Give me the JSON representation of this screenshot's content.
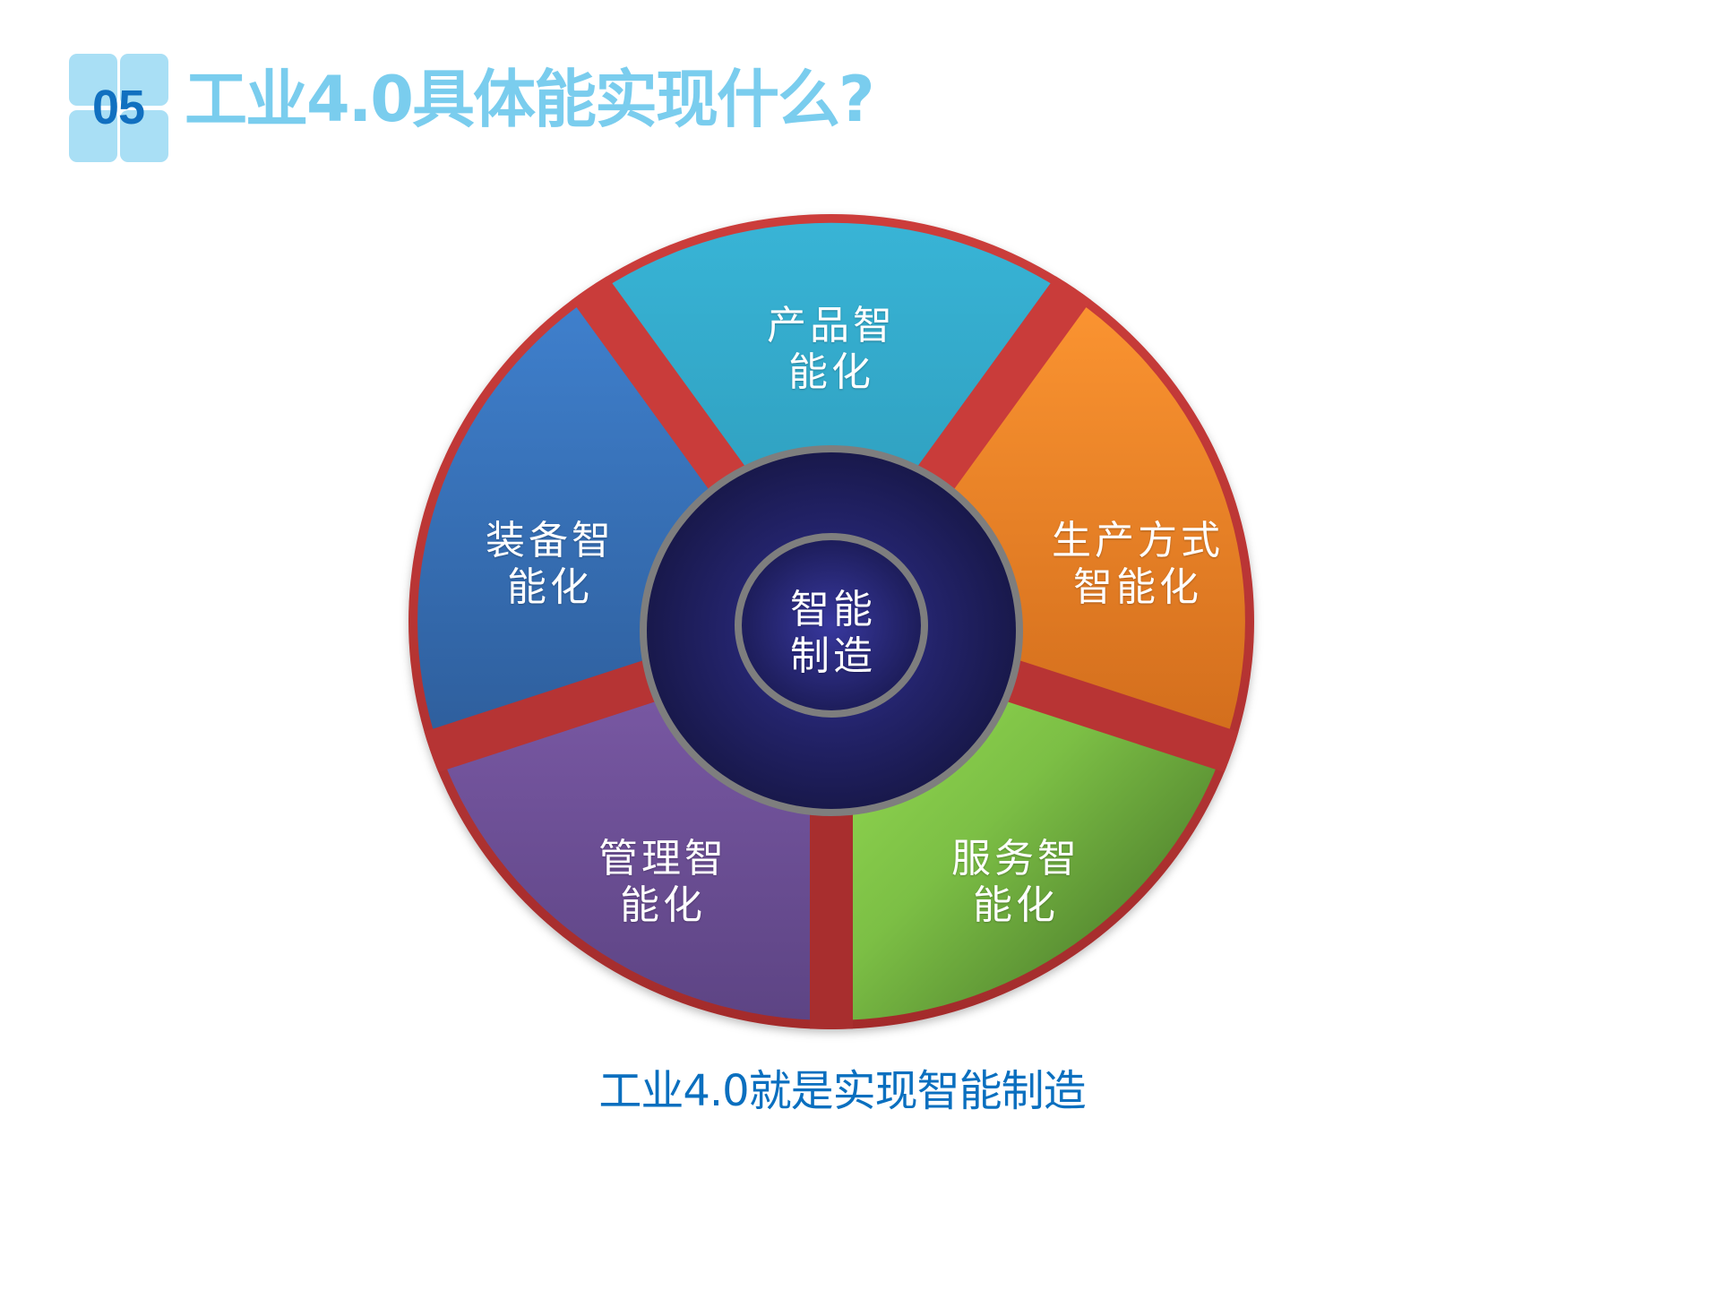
{
  "header": {
    "section_number": "05",
    "title": "工业4.0具体能实现什么?"
  },
  "diagram": {
    "center": {
      "line1": "智能",
      "line2": "制造",
      "fill": "#1c1c55"
    },
    "ring_color": "#c53b3b",
    "segments": [
      {
        "id": "product",
        "line1": "产品智",
        "line2": "能化",
        "color_top": "#38b4d6",
        "color_bottom": "#2c97b6"
      },
      {
        "id": "production",
        "line1": "生产方式",
        "line2": "智能化",
        "color_top": "#fb9431",
        "color_bottom": "#d26d1c"
      },
      {
        "id": "service",
        "line1": "服务智",
        "line2": "能化",
        "color_top": "#96dc52",
        "color_bottom": "#3f6a24"
      },
      {
        "id": "management",
        "line1": "管理智",
        "line2": "能化",
        "color_top": "#7e5ca9",
        "color_bottom": "#5d4484"
      },
      {
        "id": "equipment",
        "line1": "装备智",
        "line2": "能化",
        "color_top": "#3f80cd",
        "color_bottom": "#2e5e9c"
      }
    ]
  },
  "caption": "工业4.0就是实现智能制造"
}
